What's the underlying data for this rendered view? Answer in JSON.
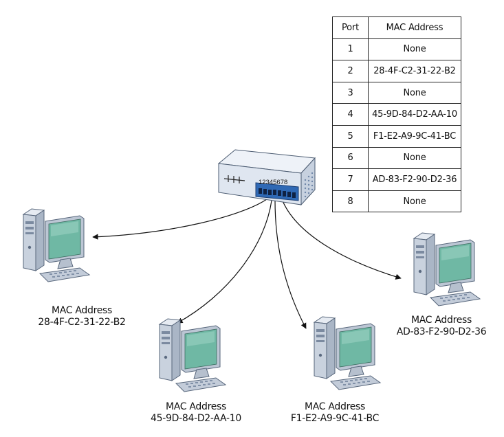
{
  "mac_table": {
    "headers": {
      "port": "Port",
      "mac": "MAC Address"
    },
    "rows": [
      {
        "port": "1",
        "mac": "None"
      },
      {
        "port": "2",
        "mac": "28-4F-C2-31-22-B2"
      },
      {
        "port": "3",
        "mac": "None"
      },
      {
        "port": "4",
        "mac": "45-9D-84-D2-AA-10"
      },
      {
        "port": "5",
        "mac": "F1-E2-A9-9C-41-BC"
      },
      {
        "port": "6",
        "mac": "None"
      },
      {
        "port": "7",
        "mac": "AD-83-F2-90-D2-36"
      },
      {
        "port": "8",
        "mac": "None"
      }
    ]
  },
  "switch": {
    "port_labels": "12345678"
  },
  "computers": [
    {
      "label": "MAC Address",
      "mac": "28-4F-C2-31-22-B2"
    },
    {
      "label": "MAC Address",
      "mac": "45-9D-84-D2-AA-10"
    },
    {
      "label": "MAC Address",
      "mac": "F1-E2-A9-9C-41-BC"
    },
    {
      "label": "MAC Address",
      "mac": "AD-83-F2-90-D2-36"
    }
  ],
  "colors": {
    "monitor_screen": "#6fb8a4",
    "monitor_body": "#bcc6d4",
    "tower_body": "#c9d2de",
    "switch_body": "#e3e9f2",
    "switch_ports": "#2f69b5",
    "line": "#111111"
  }
}
